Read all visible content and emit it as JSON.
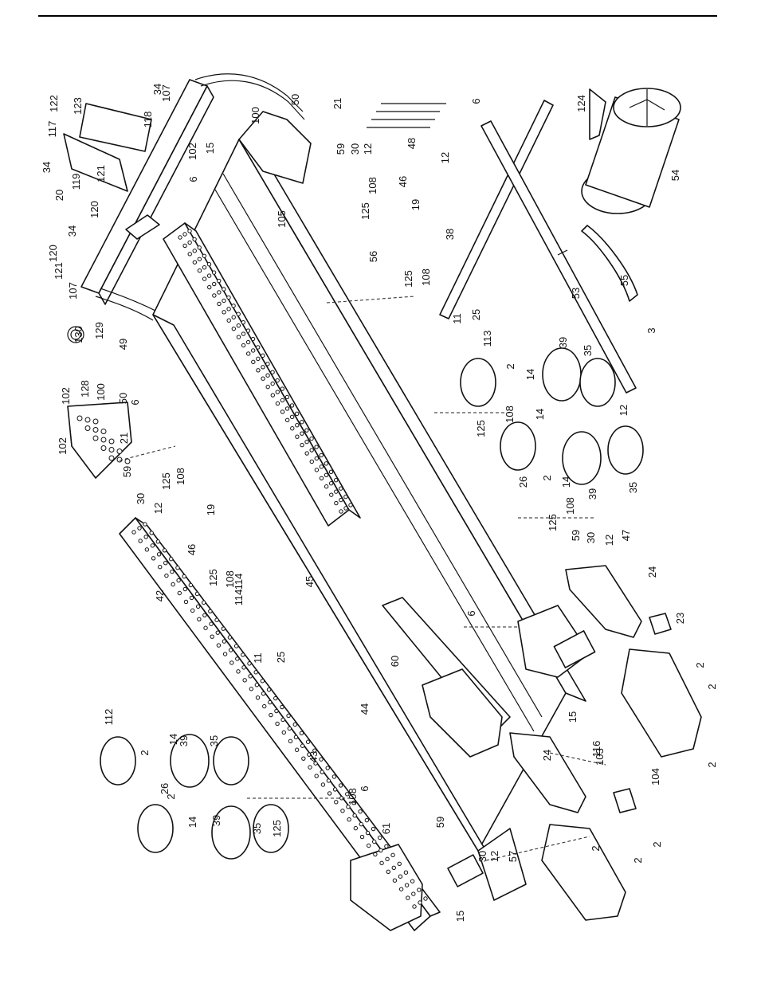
{
  "labels": [
    "107",
    "34",
    "122",
    "123",
    "118",
    "117",
    "34",
    "119",
    "20",
    "120",
    "121",
    "34",
    "120",
    "121",
    "107",
    "102",
    "6",
    "15",
    "100",
    "50",
    "21",
    "59",
    "30",
    "12",
    "108",
    "46",
    "125",
    "19",
    "105",
    "48",
    "6",
    "12",
    "38",
    "56",
    "125",
    "108",
    "124",
    "54",
    "55",
    "53",
    "130",
    "129",
    "49",
    "128",
    "102",
    "100",
    "50",
    "6",
    "21",
    "102",
    "59",
    "30",
    "125",
    "108",
    "12",
    "19",
    "46",
    "114",
    "125",
    "108",
    "114",
    "11",
    "25",
    "45",
    "42",
    "113",
    "2",
    "14",
    "39",
    "35",
    "14",
    "108",
    "125",
    "26",
    "2",
    "14",
    "39",
    "35",
    "11",
    "25",
    "3",
    "12",
    "108",
    "125",
    "59",
    "30",
    "12",
    "47",
    "24",
    "6",
    "23",
    "60",
    "44",
    "15",
    "43",
    "2",
    "2",
    "104",
    "2",
    "112",
    "2",
    "14",
    "39",
    "35",
    "26",
    "2",
    "14",
    "39",
    "35",
    "125",
    "108",
    "6",
    "61",
    "59",
    "30",
    "12",
    "57",
    "24",
    "116",
    "103",
    "2",
    "2",
    "2",
    "15"
  ]
}
